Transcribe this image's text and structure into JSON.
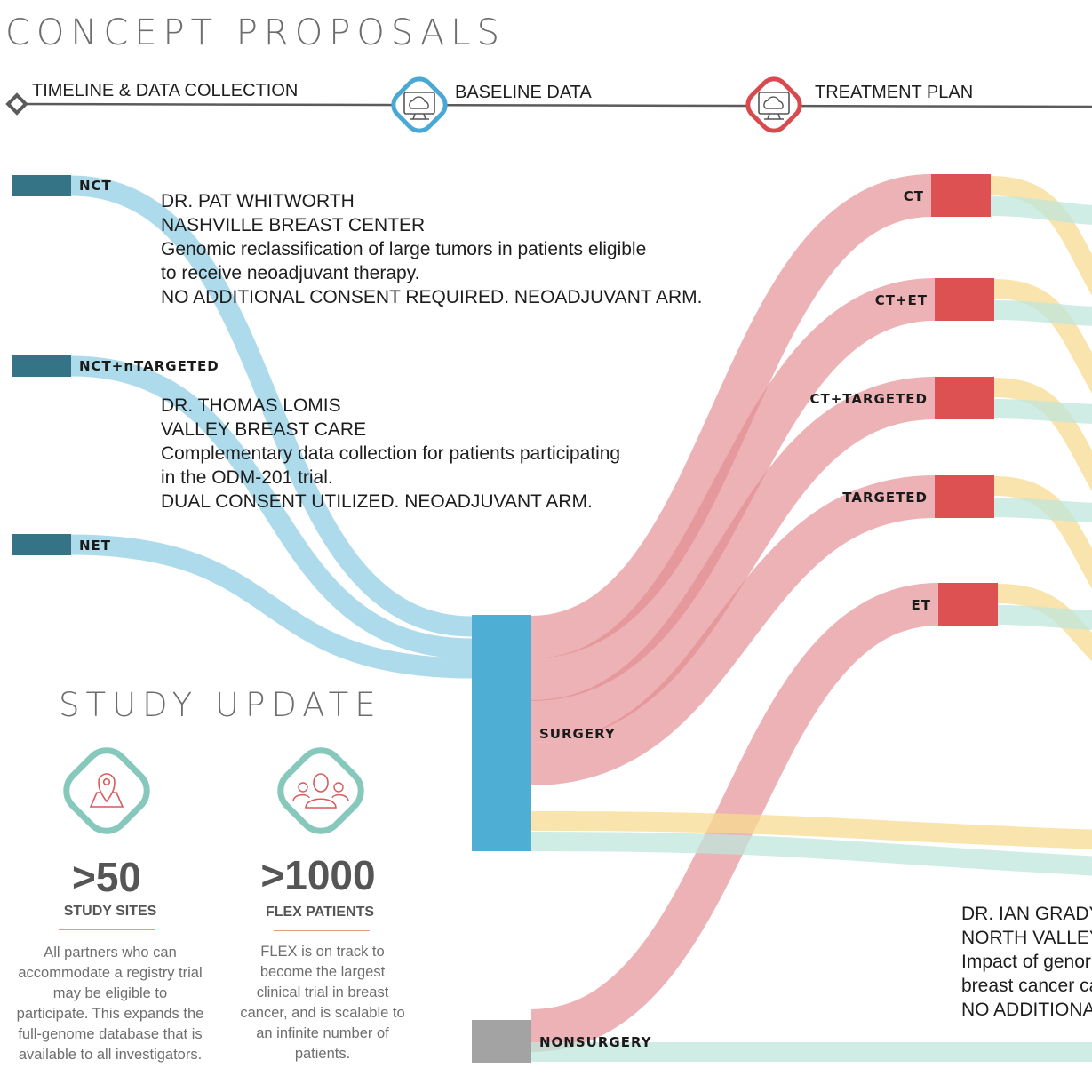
{
  "title": "CONCEPT PROPOSALS",
  "timeline": {
    "stages": [
      {
        "label": "TIMELINE & DATA COLLECTION",
        "icon": "diamond-marker-icon"
      },
      {
        "label": "BASELINE DATA",
        "icon": "cloud-computer-icon",
        "color": "#4aa8d4"
      },
      {
        "label": "TREATMENT PLAN",
        "icon": "cloud-computer-icon",
        "color": "#d94a4f"
      }
    ]
  },
  "nodes": {
    "sources": [
      "NCT",
      "NCT+nTARGETED",
      "NET"
    ],
    "procedures": [
      "SURGERY",
      "NONSURGERY"
    ],
    "treatments": [
      "CT",
      "CT+ET",
      "CT+TARGETED",
      "TARGETED",
      "ET"
    ]
  },
  "colors": {
    "source_node": "#357387",
    "surgery_node": "#4eaed3",
    "nonsurgery_node": "#a3a3a3",
    "treatment_node": "#de5152",
    "blue_flow": "#a6d8e9",
    "red_flow": "#ea9ea2",
    "yellow_flow": "#f8db91",
    "teal_flow": "#bfe5dc",
    "study_icon_ring": "#87c8bd",
    "study_icon_glyph": "#d95a5a"
  },
  "proposals": [
    {
      "lines": [
        "DR. PAT WHITWORTH",
        "NASHVILLE BREAST CENTER",
        "Genomic reclassification of large tumors in patients eligible",
        "to receive neoadjuvant therapy.",
        "NO ADDITIONAL CONSENT REQUIRED. NEOADJUVANT ARM."
      ]
    },
    {
      "lines": [
        "DR. THOMAS LOMIS",
        "VALLEY BREAST CARE",
        "Complementary data collection for patients participating",
        "in the ODM-201 trial.",
        "DUAL CONSENT UTILIZED. NEOADJUVANT ARM."
      ]
    },
    {
      "lines": [
        "DR. IAN GRADY",
        "NORTH VALLEY",
        "Impact of genor",
        "breast cancer ca",
        "NO ADDITIONA"
      ]
    }
  ],
  "study_update": {
    "title": "STUDY UPDATE",
    "stats": [
      {
        "icon": "location-pin-map-icon",
        "number": ">50",
        "label": "STUDY SITES",
        "description": [
          "All partners who can",
          "accommodate a registry trial",
          "may be eligible to",
          "participate. This expands the",
          "full-genome database that is",
          "available to all investigators."
        ]
      },
      {
        "icon": "patients-group-icon",
        "number": ">1000",
        "label": "FLEX PATIENTS",
        "description": [
          "FLEX is on track to",
          "become the largest",
          "clinical trial in breast",
          "cancer, and is scalable to",
          "an infinite number of",
          "patients."
        ]
      }
    ]
  }
}
